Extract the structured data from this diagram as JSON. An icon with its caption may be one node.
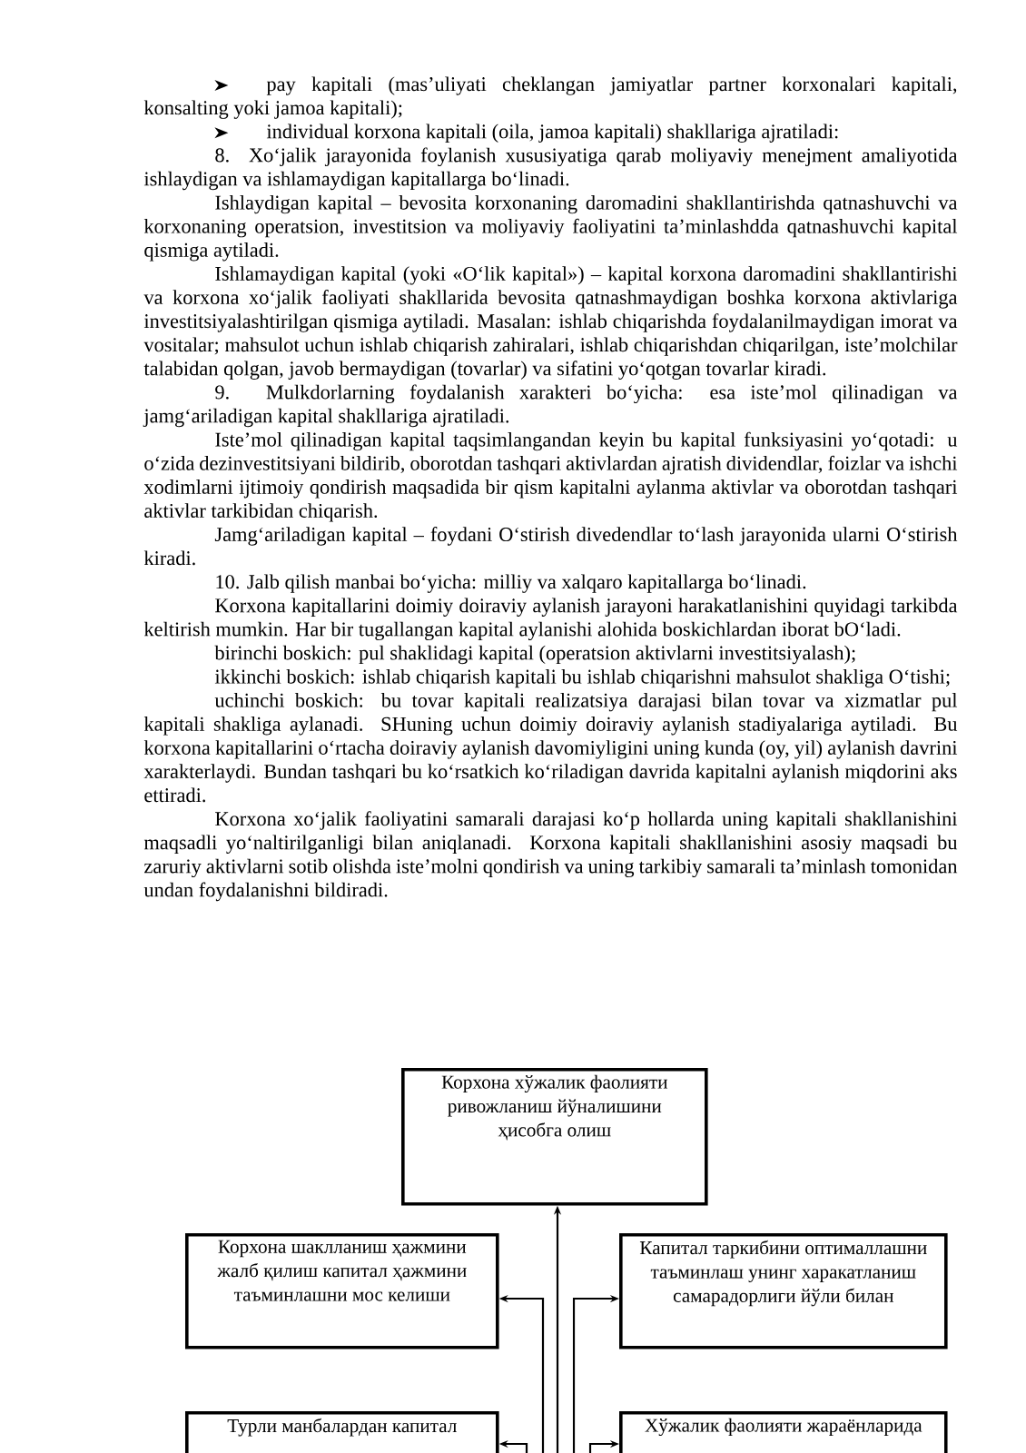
{
  "diagram": {
    "nodes": [
      {
        "text": [
          "Корхона хўжалик фаолияти ривожланиш йўналишини ҳисобга олиш"
        ]
      },
      {
        "text": [
          "Корхона шаклланиш ҳажмини жалб қилиш капитал ҳажмини таъминлашни мос келиши"
        ]
      },
      {
        "text": [
          "Капитал таркибини оптималлашни таъминлаш унинг харакатланиш самарадорлиги йўли билан"
        ]
      },
      {
        "text": [
          "Турли манбалардан капитал"
        ]
      },
      {
        "text": [
          "Хўжалик фаолияти жараёнларида"
        ]
      }
    ],
    "edges": [
      {
        "from": null,
        "to": 0,
        "arrow": "to"
      },
      {
        "from": null,
        "to": 1,
        "arrow": "to"
      },
      {
        "from": null,
        "to": 2,
        "arrow": "to"
      },
      {
        "from": null,
        "to": 3,
        "arrow": "to"
      },
      {
        "from": null,
        "to": 4,
        "arrow": "to"
      }
    ],
    "labels": [
      "pay kapitali (mas’uliyati cheklangan jamiyatlar  partner korxonalari kapitali, konsalting yoki jamoa kapitali);",
      "individual korxona kapitali (oila, jamoa kapitali) shakllariga ajratiladi:",
      "8. Xo‘jalik jarayonida foylanish xususiyatiga qarab moliyaviy menejment amaliyotida ishlaydigan va ishlamaydigan kapitallarga bo‘linadi.",
      "Ishlaydigan kapital – bevosita korxonaning daromadini shakllantirishda qatnashuvchi va korxonaning operatsion, investitsion va moliyaviy faoliyatini ta’minlashdda qatnashuvchi kapital qismiga aytiladi.",
      "Ishlamaydigan kapital (yoki «O‘lik kapital») – kapital korxona daromadini shakllantirishi va korxona xo‘jalik faoliyati shakllarida bevosita qatnashmaydigan boshka korxona aktivlariga investitsiyalashtirilgan qismiga aytiladi. Masalan: ishlab chiqarishda foydalanilmaydigan imorat va vositalar; mahsulot uchun ishlab chiqarish zahiralari, ishlab chiqarishdan chiqarilgan, iste’molchilar talabidan qolgan, javob bermaydigan (tovarlar) va sifatini yo‘qotgan tovarlar kiradi.",
      "9. Mulkdorlarning foydalanish xarakteri bo‘yicha: esa iste’mol qilinadigan va jamg‘ariladigan kapital shakllariga ajratiladi.",
      "Iste’mol qilinadigan kapital taqsimlangandan keyin bu kapital funksiyasini yo‘qotadi: u o‘zida dezinvestitsiyani bildirib, oborotdan tashqari aktivlardan ajratish dividendlar, foizlar va ishchi xodimlarni ijtimoiy qondirish maqsadida bir qism kapitalni aylanma aktivlar va oborotdan tashqari aktivlar tarkibidan chiqarish.",
      "Jamg‘ariladigan kapital – foydani O‘stirish divedendlar to‘lash jarayonida ularni O‘stirish kiradi.",
      "10. Jalb qilish manbai bo‘yicha: milliy va xalqaro kapitallarga bo‘linadi.",
      "Korxona kapitallarini doimiy doiraviy aylanish jarayoni harakatlanishini quyidagi tarkibda keltirish mumkin. Har bir tugallangan kapital aylanishi alohida boskichlardan iborat bO‘ladi.",
      "birinchi boskich: pul shaklidagi kapital (operatsion aktivlarni investitsiyalash);",
      "ikkinchi boskich: ishlab chiqarish kapitali bu ishlab chiqarishni mahsulot shakliga O‘tishi;",
      "uchinchi boskich: bu tovar kapitali realizatsiya darajasi bilan tovar va xizmatlar pul kapitali shakliga aylanadi. SHuning uchun doimiy doiraviy aylanish stadiyalariga aytiladi. Bu korxona kapitallarini o‘rtacha doiraviy aylanish davomiyligini uning kunda (oy, yil) aylanish davrini xarakterlaydi. Bundan tashqari bu ko‘rsatkich ko‘riladigan davrida kapitalni aylanish miqdorini aks ettiradi.",
      "Korxona xo‘jalik faoliyatini samarali darajasi ko‘p hollarda uning kapitali shakllanishini maqsadli yo‘naltirilganligi bilan aniqlanadi. Korxona kapitali shakllanishini asosiy maqsadi bu zaruriy aktivlarni sotib olishda iste’molni qondirish va uning tarkibiy samarali ta’minlash tomonidan undan foydalanishni bildiradi."
    ]
  }
}
